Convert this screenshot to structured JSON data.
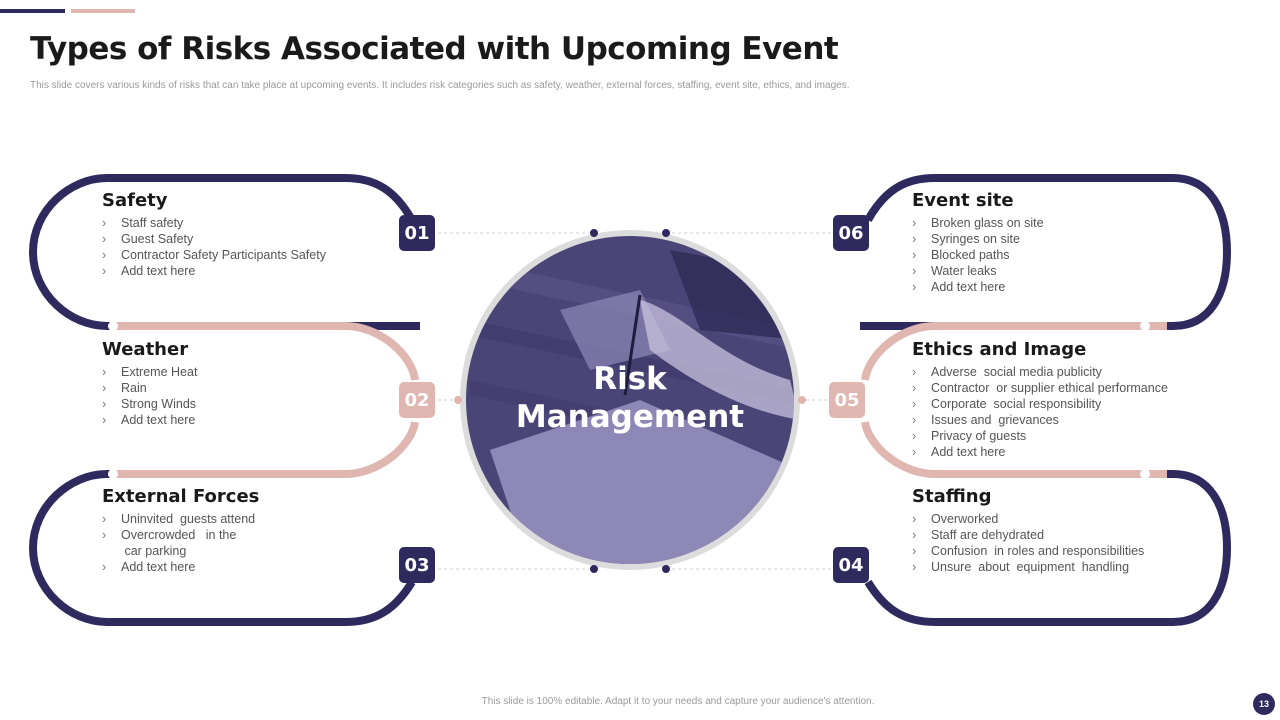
{
  "slide": {
    "title": "Types of Risks Associated with Upcoming Event",
    "subtitle": "This slide covers various kinds of risks that can take place at upcoming events. It includes risk categories such as safety, weather, external forces, staffing, event site, ethics, and images.",
    "center_label_line1": "Risk",
    "center_label_line2": "Management",
    "footer": "This slide is 100% editable.  Adapt it to your needs and capture your audience's attention.",
    "page_number": "13"
  },
  "colors": {
    "dark": "#2e2a5e",
    "pink": "#e0b6b0",
    "circle_overlay": "#5a5490"
  },
  "sections": {
    "safety": {
      "number": "01",
      "title": "Safety",
      "items": [
        "Staff safety",
        "Guest Safety",
        "Contractor Safety Participants Safety",
        "Add text here"
      ]
    },
    "weather": {
      "number": "02",
      "title": "Weather",
      "items": [
        "Extreme Heat",
        "Rain",
        "Strong Winds",
        "Add text here"
      ]
    },
    "external": {
      "number": "03",
      "title": "External Forces",
      "items": [
        "Uninvited  guests attend",
        "Overcrowded   in the\n car parking",
        "Add text here"
      ]
    },
    "staffing": {
      "number": "04",
      "title": "Staffing",
      "items": [
        "Overworked",
        "Staff are dehydrated",
        "Confusion  in roles and responsibilities",
        "Unsure  about  equipment  handling"
      ]
    },
    "ethics": {
      "number": "05",
      "title": "Ethics and Image",
      "items": [
        "Adverse  social media publicity",
        "Contractor  or supplier ethical performance",
        "Corporate  social responsibility",
        "Issues and  grievances",
        "Privacy of guests",
        "Add text here"
      ]
    },
    "eventsite": {
      "number": "06",
      "title": "Event site",
      "items": [
        "Broken glass on site",
        "Syringes on site",
        "Blocked paths",
        "Water leaks",
        "Add text here"
      ]
    }
  }
}
